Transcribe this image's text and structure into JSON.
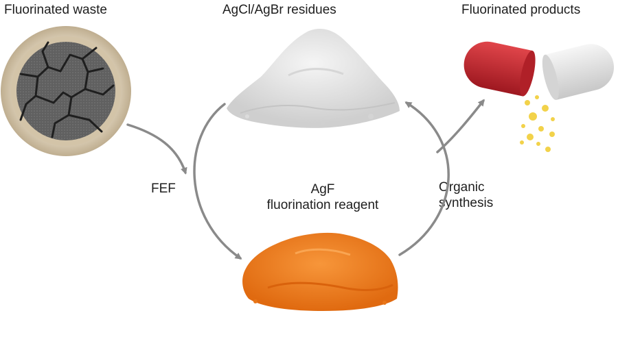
{
  "labels": {
    "fluorinated_waste": "Fluorinated waste",
    "residues": "AgCl/AgBr residues",
    "products": "Fluorinated products",
    "fef": "FEF",
    "agf_line1": "AgF",
    "agf_line2": "fluorination reagent",
    "organic_line1": "Organic",
    "organic_line2": "synthesis"
  },
  "colors": {
    "arrow": "#8a8a8a",
    "dish_rim": "#d9ccb4",
    "dish_surface": "#5e5e5e",
    "crack": "#1f1f1f",
    "white_powder": "#e6e6e6",
    "orange_powder": "#ef7f1f",
    "capsule_red": "#c8252e",
    "capsule_white": "#e4e4e4",
    "granules": "#f2d24a"
  }
}
